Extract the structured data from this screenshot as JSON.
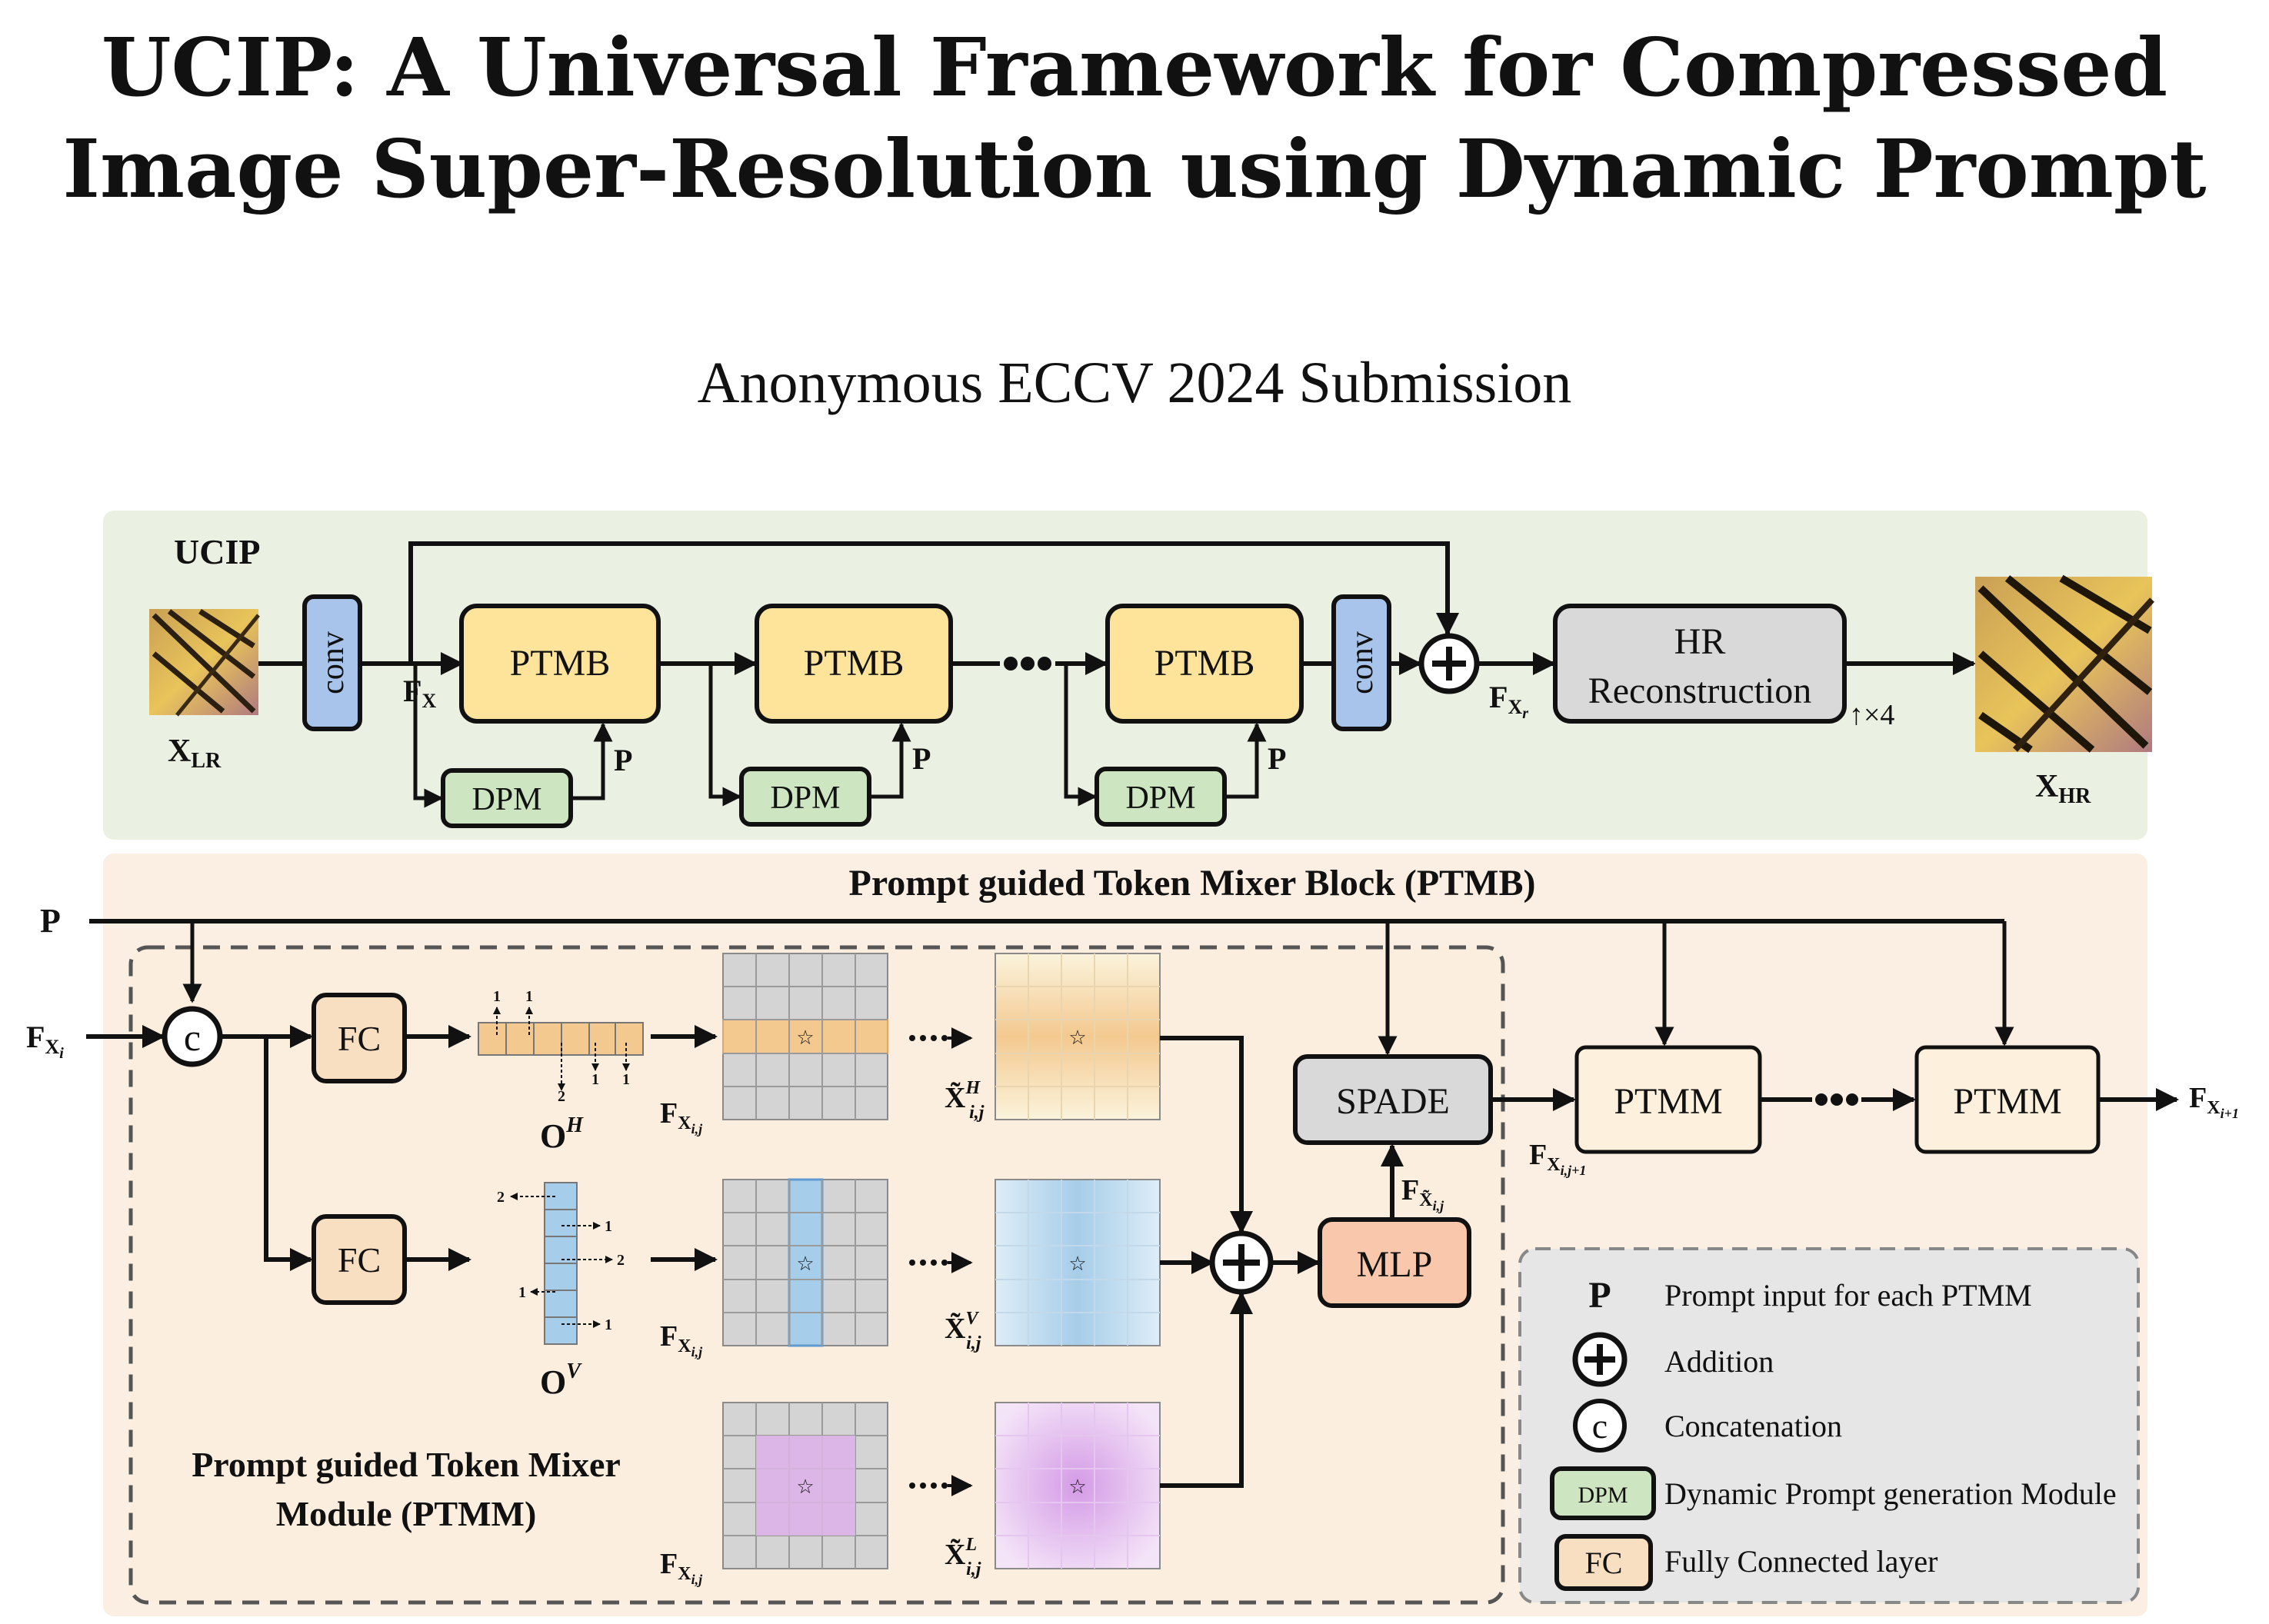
{
  "paper": {
    "title_line1": "UCIP: A Universal Framework for Compressed",
    "title_line2": "Image Super-Resolution using Dynamic Prompt",
    "authors": "Anonymous ECCV 2024 Submission"
  },
  "figure": {
    "ucip": {
      "label": "UCIP",
      "input_label": "X",
      "input_sub": "LR",
      "output_label": "X",
      "output_sub": "HR",
      "conv": "conv",
      "ptmb": "PTMB",
      "dpm": "DPM",
      "prompt": "P",
      "feature": "F",
      "feature_sub": "X",
      "feature_r_sub": "X",
      "feature_r_subsub": "r",
      "hr_line1": "HR",
      "hr_line2": "Reconstruction",
      "upscale": "↑×4"
    },
    "ptmb": {
      "title": "Prompt guided Token Mixer Block (PTMB)",
      "prompt": "P",
      "in_label": "F",
      "in_sub": "X",
      "in_subsub": "i",
      "out_label": "F",
      "out_sub": "X",
      "out_subsub": "i+1",
      "fc": "FC",
      "spade": "SPADE",
      "mlp": "MLP",
      "ptmm": "PTMM",
      "ptmm_title_line1": "Prompt guided Token Mixer",
      "ptmm_title_line2": "Module (PTMM)",
      "offset_h": "O",
      "offset_h_sup": "H",
      "offset_v": "O",
      "offset_v_sup": "V",
      "grid_in": "F",
      "grid_in_sub": "X",
      "grid_in_subsub": "i,j",
      "grid_out": "X̃",
      "grid_out_h_sup": "H",
      "grid_out_v_sup": "V",
      "grid_out_l_sup": "L",
      "grid_out_sub": "i,j",
      "next_feature": "F",
      "next_sub": "X",
      "next_subsub": "i,j+1",
      "mlp_in": "F",
      "mlp_in_sub": "X̃",
      "mlp_in_subsub": "i,j",
      "h_offsets_top": [
        "1",
        "1"
      ],
      "h_offsets_bottom": [
        "2",
        "1",
        "1"
      ],
      "v_offsets_right": [
        "1",
        "2",
        "1"
      ],
      "v_offsets_left": [
        "2",
        "1"
      ]
    },
    "legend": {
      "items": [
        {
          "symbol": "P",
          "text": "Prompt input for each PTMM"
        },
        {
          "symbol": "plus-circle",
          "text": "Addition"
        },
        {
          "symbol": "c-circle",
          "text": "Concatenation"
        },
        {
          "symbol": "DPM",
          "text": "Dynamic Prompt generation Module"
        },
        {
          "symbol": "FC",
          "text": "Fully Connected layer"
        }
      ]
    },
    "colors": {
      "ucip_bg": "#eaf0e2",
      "ptmb_bg": "#fbeee2",
      "ptmm_bg": "#fbeede",
      "legend_bg": "#e6e6e6",
      "ptmb_block": "#fde49a",
      "conv": "#a9c4ea",
      "dpm": "#cde5c1",
      "hr": "#d9d9d9",
      "fc": "#f9dfc2",
      "spade": "#d9d9d9",
      "mlp": "#f9c7ab",
      "ptmm": "#fdf1de",
      "grid_gray": "#d4d4d4",
      "horizontal_strip": "#f3c98f",
      "vertical_strip": "#a6cde9",
      "local_patch": "#dcb6e6"
    }
  }
}
